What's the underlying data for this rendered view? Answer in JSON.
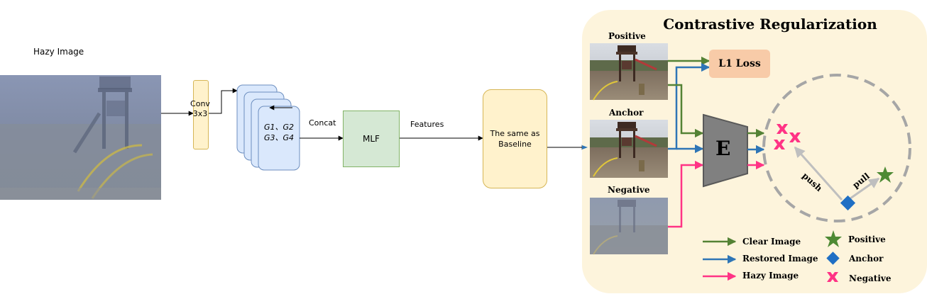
{
  "labels": {
    "hazy_image": "Hazy Image",
    "conv_line1": "Conv",
    "conv_line2": "3x3",
    "groups_line1": "G1、G2",
    "groups_line2": "G3、G4",
    "concat": "Concat",
    "mlf": "MLF",
    "features": "Features",
    "baseline_line1": "The same as",
    "baseline_line2": "Baseline"
  },
  "contrastive": {
    "title": "Contrastive Regularization",
    "positive_label": "Positive",
    "anchor_label": "Anchor",
    "negative_label": "Negative",
    "l1_loss": "L1 Loss",
    "encoder": "E",
    "push": "push",
    "pull": "pull"
  },
  "legend": {
    "clear_image": "Clear Image",
    "restored_image": "Restored Image",
    "hazy_image": "Hazy Image",
    "positive": "Positive",
    "anchor": "Anchor",
    "negative": "Negative"
  },
  "colors": {
    "clear": "#548235",
    "restored": "#2e75b6",
    "hazy": "#ff3385",
    "star": "#4e8a34",
    "anchor": "#1f6fc4",
    "negative": "#ff3385"
  },
  "icons": {
    "positive": "star-icon",
    "anchor": "diamond-icon",
    "negative": "cross-icon"
  }
}
